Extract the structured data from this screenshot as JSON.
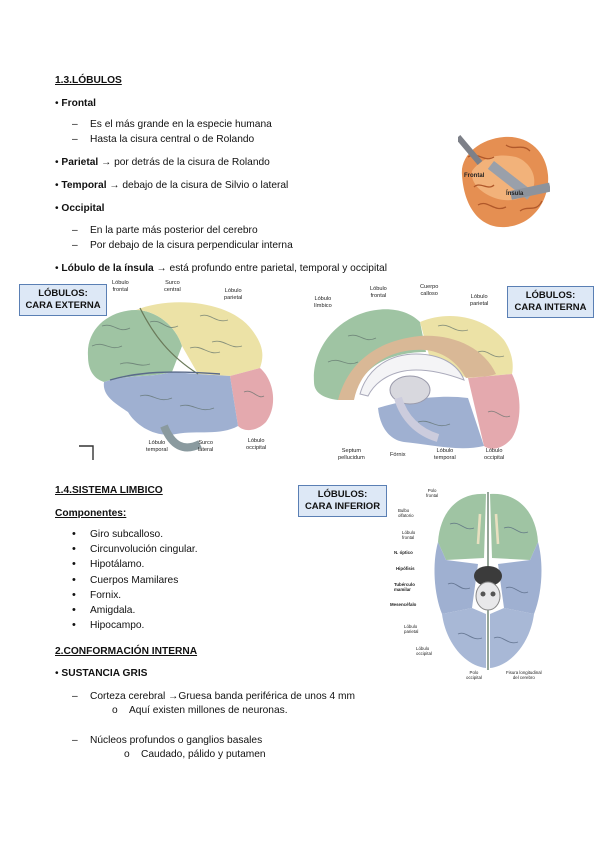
{
  "lobulos": {
    "heading": "1.3.LÓBULOS",
    "frontal": {
      "title": "Frontal",
      "items": [
        "Es el más grande en la especie humana",
        "Hasta la cisura central o de Rolando"
      ]
    },
    "parietal": {
      "title": "Parietal",
      "text": " → por detrás de la cisura de Rolando"
    },
    "temporal": {
      "title": "Temporal",
      "text": " → debajo de la cisura de Silvio o lateral"
    },
    "occipital": {
      "title": "Occipital",
      "items": [
        "En la parte más posterior del cerebro",
        "Por debajo de la cisura perpendicular interna"
      ]
    },
    "insula": {
      "title": "Lóbulo de la ínsula",
      "text": " →  está profundo entre parietal, temporal y occipital"
    }
  },
  "bullet_symbol": "•",
  "dash_symbol": "–",
  "sub_bullet_symbol": "o",
  "insula_figure": {
    "label_frontal": "Frontal",
    "label_insula": "Ínsula"
  },
  "external_figure": {
    "box": "LÓBULOS:\nCARA EXTERNA",
    "lobulo_frontal": "Lóbulo\nfrontal",
    "surco_central": "Surco\ncentral",
    "lobulo_parietal": "Lóbulo\nparietal",
    "lobulo_temporal": "Lóbulo\ntemporal",
    "surco_lateral": "Surco\nlateral",
    "lobulo_occipital": "Lóbulo\noccipital"
  },
  "internal_figure": {
    "box": "LÓBULOS:\nCARA INTERNA",
    "lobulo_limbico": "Lóbulo\nlímbico",
    "lobulo_frontal": "Lóbulo\nfrontal",
    "cuerpo_calloso": "Cuerpo\ncalloso",
    "lobulo_parietal": "Lóbulo\nparietal",
    "septum": "Septum\npellucidum",
    "fornix": "Fórnix",
    "lobulo_temporal": "Lóbulo\ntemporal",
    "lobulo_occipital": "Lóbulo\noccipital"
  },
  "inferior_figure": {
    "box": "LÓBULOS:\nCARA INFERIOR",
    "polo_frontal": "Polo\nfrontal",
    "bulbo_olfatorio": "Bulbo\nolfatorio",
    "lobulo_frontal": "Lóbulo\nfrontal",
    "n_optico": "N. óptico",
    "hipofisis": "Hipófisis",
    "tuberculo_mamilar": "Tubérculo\nmamilar",
    "mesencefalo": "Mesencéfalo",
    "lobulo_parietal": "Lóbulo\nparietal",
    "lobulo_occipital": "Lóbulo\noccipital",
    "polo_occipital": "Polo\noccipital",
    "fisura_longitudinal": "Fisura longitudinal\ndel cerebro"
  },
  "sistema_limbico": {
    "heading": "1.4.SISTEMA LIMBICO",
    "subheading": "Componentes:",
    "items": [
      "Giro subcalloso.",
      "Circunvolución cingular.",
      "Hipotálamo.",
      "Cuerpos Mamilares",
      " Fornix.",
      "Amigdala.",
      "Hipocampo."
    ]
  },
  "conformacion": {
    "heading": "2.CONFORMACIÓN INTERNA",
    "sustancia_gris": "SUSTANCIA GRIS",
    "corteza": "Corteza cerebral →Gruesa banda periférica de unos 4 mm",
    "corteza_sub": "Aquí existen millones de neuronas.",
    "nucleos": "Núcleos profundos o ganglios basales",
    "nucleos_sub": "Caudado, pálido y putamen"
  },
  "colors": {
    "frontal": "#9fc4a3",
    "parietal": "#ece2a6",
    "temporal": "#9fb0d1",
    "occipital": "#e4a9ae",
    "limbico": "#d9b896",
    "box_bg": "#dde8f6",
    "box_border": "#5a7fb4"
  }
}
